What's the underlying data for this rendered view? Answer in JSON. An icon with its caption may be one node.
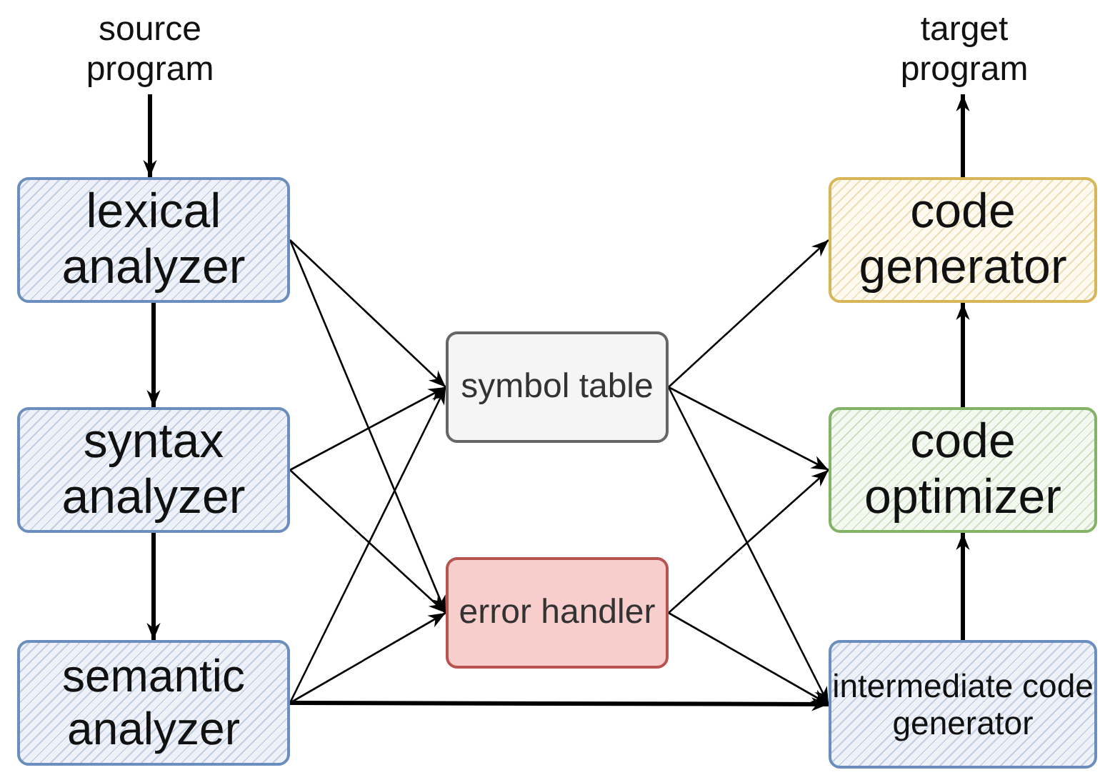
{
  "diagram": {
    "nodes": [
      {
        "text": [
          "source program"
        ]
      },
      {
        "text": [
          "lexical analyzer"
        ]
      },
      {
        "text": [
          "syntax analyzer"
        ]
      },
      {
        "text": [
          "semantic analyzer"
        ]
      },
      {
        "text": [
          "symbol table"
        ]
      },
      {
        "text": [
          "error handler"
        ]
      },
      {
        "text": [
          "target program"
        ]
      },
      {
        "text": [
          "code generator"
        ]
      },
      {
        "text": [
          "code optimizer"
        ]
      },
      {
        "text": [
          "intermediate code generator"
        ]
      }
    ],
    "edges": [
      {
        "from": 0,
        "to": 1,
        "arrow": "to",
        "style": "thick"
      },
      {
        "from": 1,
        "to": 2,
        "arrow": "to",
        "style": "thick"
      },
      {
        "from": 2,
        "to": 3,
        "arrow": "to",
        "style": "thick"
      },
      {
        "from": 1,
        "to": 4,
        "arrow": "to"
      },
      {
        "from": 1,
        "to": 5,
        "arrow": "to"
      },
      {
        "from": 2,
        "to": 4,
        "arrow": "to"
      },
      {
        "from": 2,
        "to": 5,
        "arrow": "to"
      },
      {
        "from": 3,
        "to": 4,
        "arrow": "to"
      },
      {
        "from": 3,
        "to": 5,
        "arrow": "to"
      },
      {
        "from": 3,
        "to": 9,
        "arrow": "to",
        "style": "thick"
      },
      {
        "from": 4,
        "to": 7,
        "arrow": "to"
      },
      {
        "from": 4,
        "to": 8,
        "arrow": "to"
      },
      {
        "from": 4,
        "to": 9,
        "arrow": "to"
      },
      {
        "from": 5,
        "to": 8,
        "arrow": "to"
      },
      {
        "from": 5,
        "to": 9,
        "arrow": "to"
      },
      {
        "from": 9,
        "to": 8,
        "arrow": "to",
        "style": "thick"
      },
      {
        "from": 8,
        "to": 7,
        "arrow": "to",
        "style": "thick"
      },
      {
        "from": 7,
        "to": 6,
        "arrow": "to",
        "style": "thick"
      }
    ]
  }
}
